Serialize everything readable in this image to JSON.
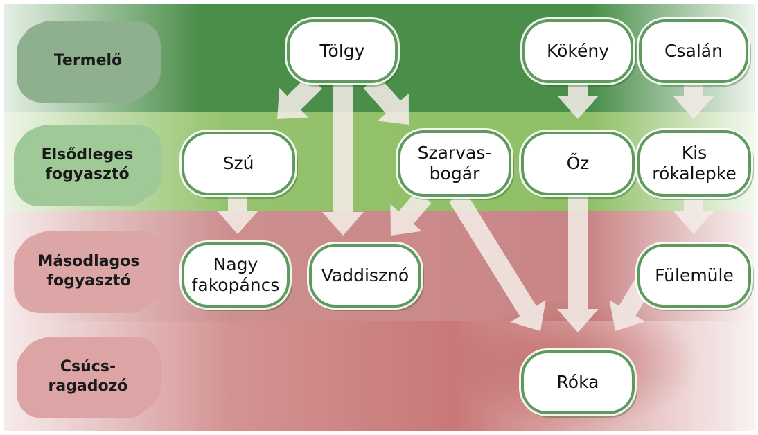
{
  "levels": {
    "producer": "Termelő",
    "primary": "Elsődleges\nfogyasztó",
    "secondary": "Másodlagos\nfogyasztó",
    "apex": "Csúcs-\nragadozó"
  },
  "colors": {
    "producer_band": "#4a8e4a",
    "primary_band": "#8fbf66",
    "secondary_band": "#c98585",
    "apex_band": "#c97878",
    "node_fill": "#ffffff",
    "node_border": "#5e9a5e",
    "arrow": "#f3ebe6"
  },
  "organisms": {
    "tolgy": "Tölgy",
    "kokeny": "Kökény",
    "csalan": "Csalán",
    "szu": "Szú",
    "szarvasbogar": "Szarvas-\nbogár",
    "oz": "Őz",
    "kis_rokalepke": "Kis\nrókalepke",
    "nagy_fakopancs": "Nagy\nfakopáncs",
    "vaddiszno": "Vaddisznó",
    "fulemule": "Fülemüle",
    "roka": "Róka"
  },
  "links": [
    {
      "from": "Tölgy",
      "to": "Szú"
    },
    {
      "from": "Tölgy",
      "to": "Vaddisznó"
    },
    {
      "from": "Tölgy",
      "to": "Szarvas-bogár"
    },
    {
      "from": "Kökény",
      "to": "Őz"
    },
    {
      "from": "Csalán",
      "to": "Kis rókalepke"
    },
    {
      "from": "Szú",
      "to": "Nagy fakopáncs"
    },
    {
      "from": "Szarvas-bogár",
      "to": "Vaddisznó"
    },
    {
      "from": "Szarvas-bogár",
      "to": "Róka"
    },
    {
      "from": "Őz",
      "to": "Róka"
    },
    {
      "from": "Kis rókalepke",
      "to": "Fülemüle"
    },
    {
      "from": "Fülemüle",
      "to": "Róka"
    }
  ]
}
